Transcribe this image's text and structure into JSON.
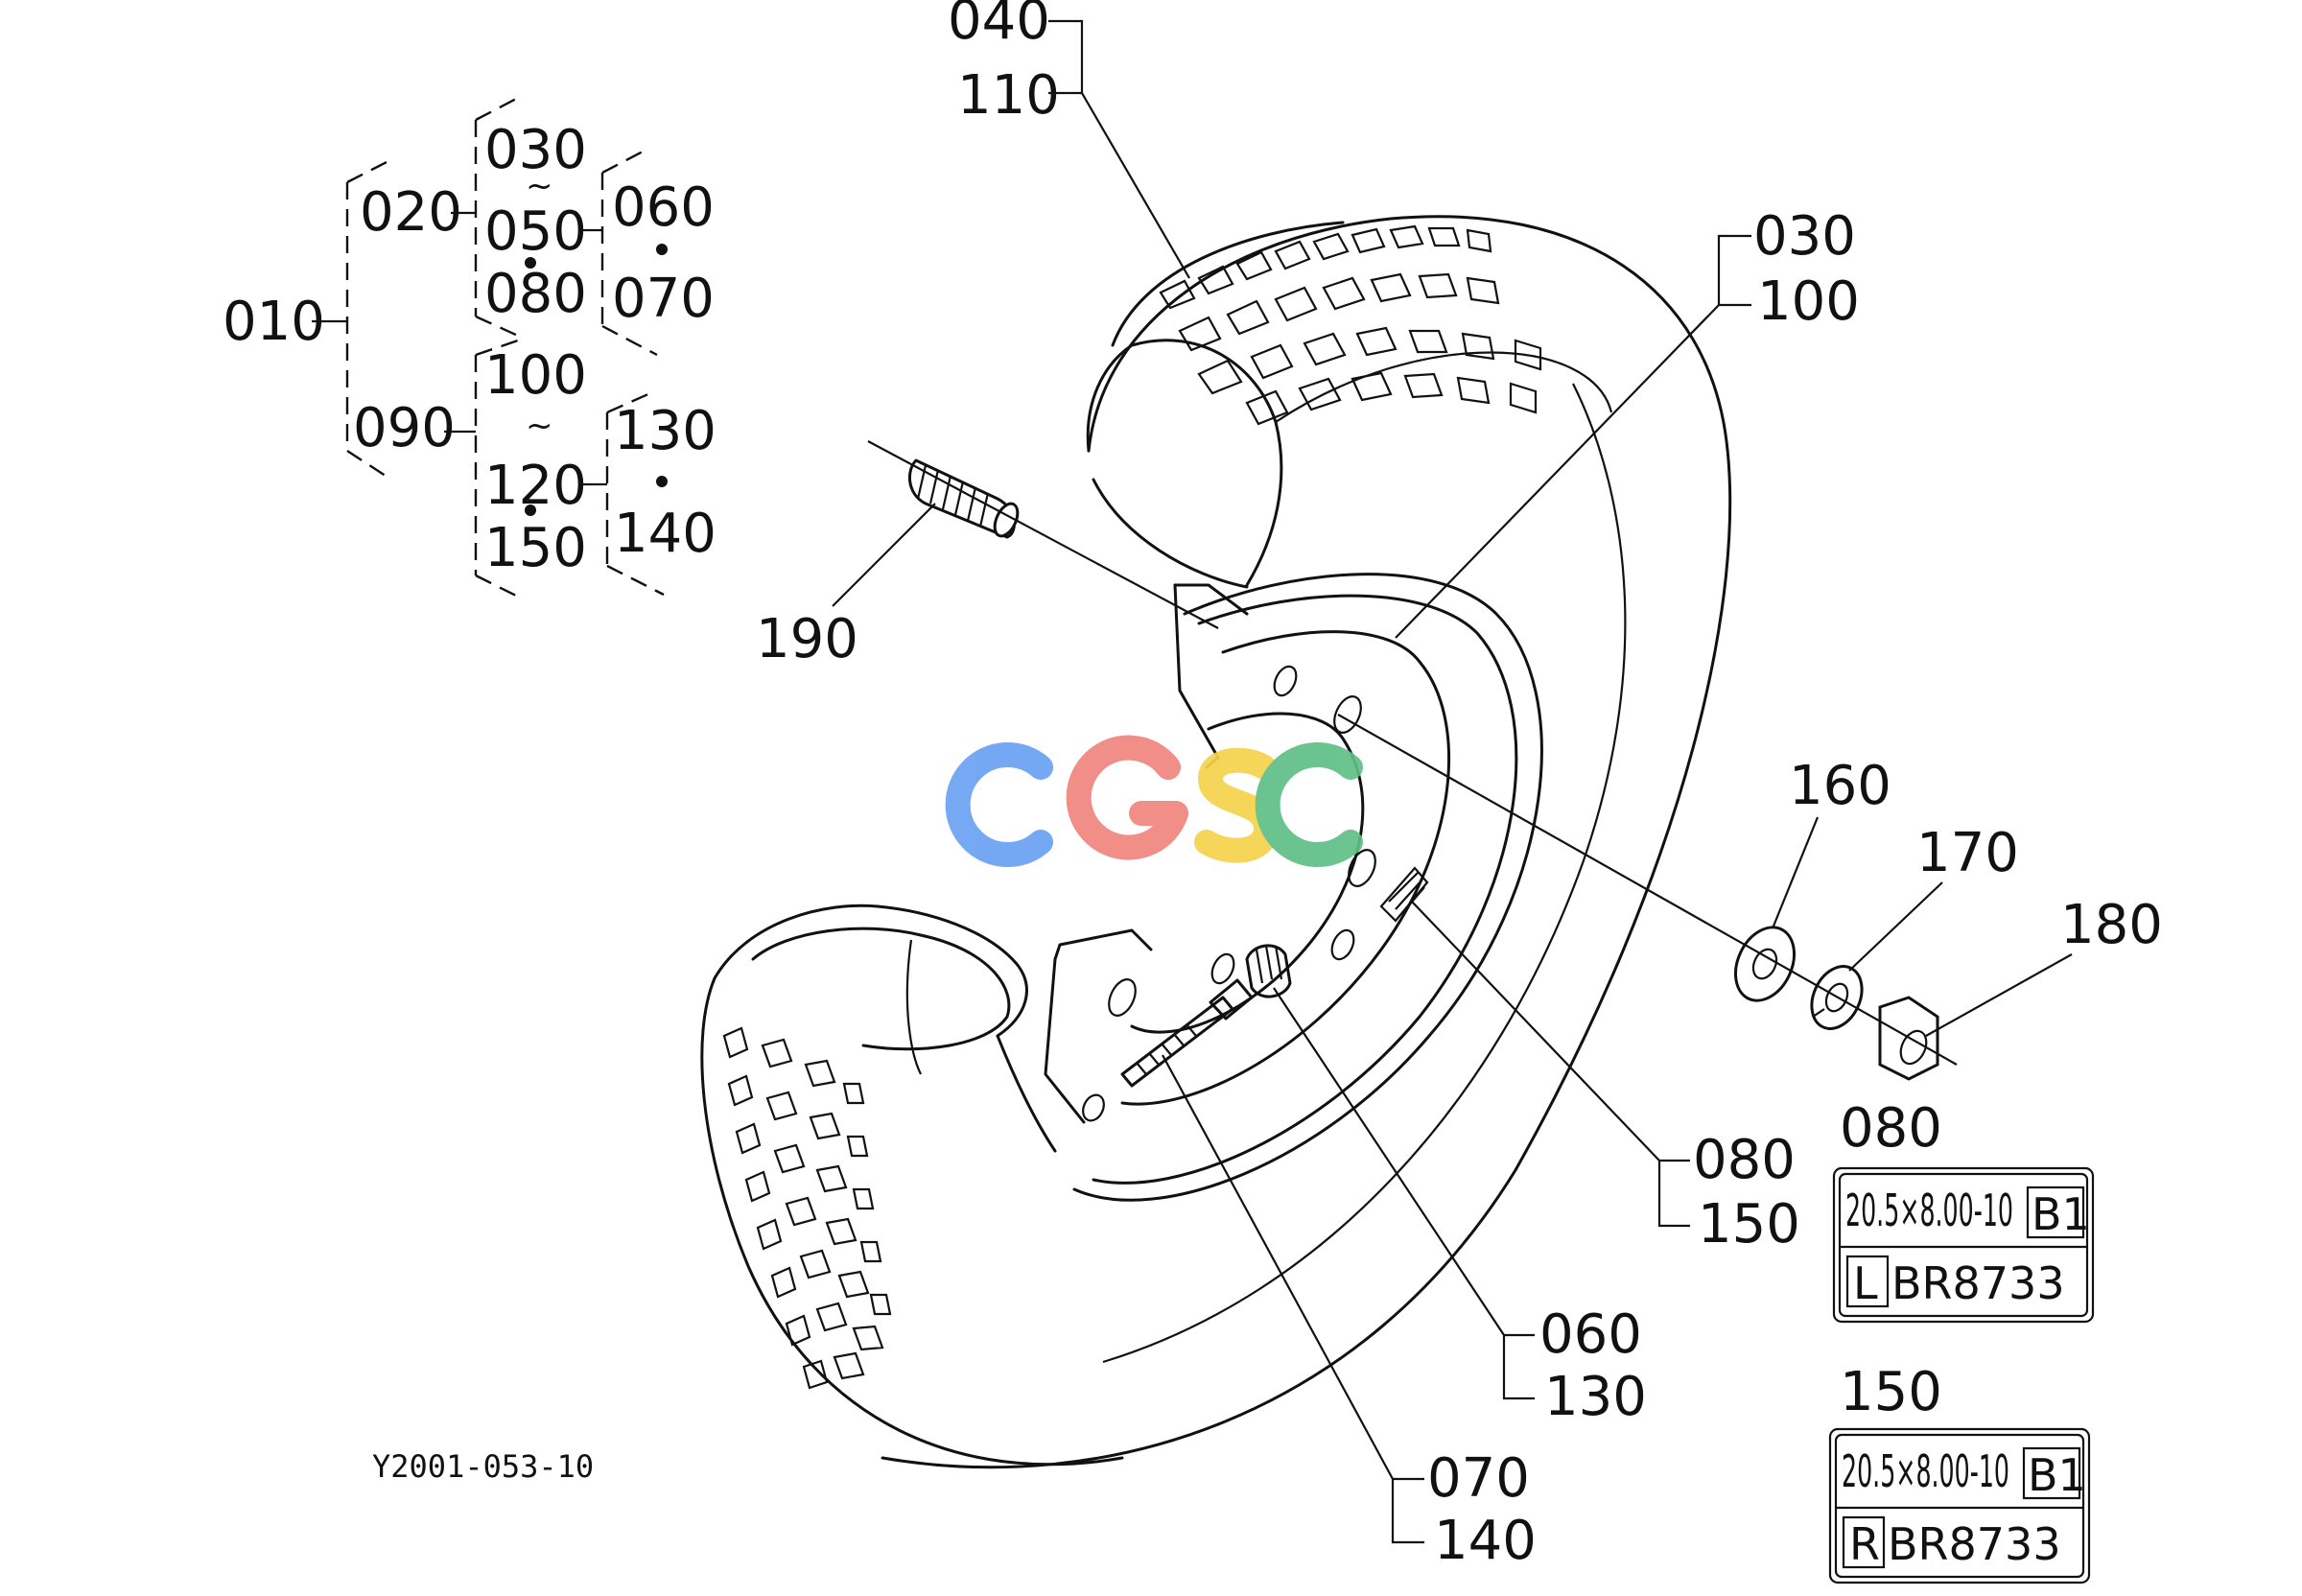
{
  "diagram_id": "Y2001-053-10",
  "watermark": "CGSC",
  "watermark_colors": {
    "C1": "#6aa1f2",
    "G": "#f0857e",
    "S": "#f6d34b",
    "C2": "#5fbf86"
  },
  "tree": {
    "root": "010",
    "n020": "020",
    "n030a": "030",
    "n050": "050",
    "n080a": "080",
    "n060a": "060",
    "n070a": "070",
    "n090": "090",
    "n100a": "100",
    "n120": "120",
    "n150a": "150",
    "n130a": "130",
    "n140a": "140",
    "tilde": "~"
  },
  "callouts": {
    "c040": "040",
    "c110": "110",
    "c030": "030",
    "c100": "100",
    "c190": "190",
    "c160": "160",
    "c170": "170",
    "c180": "180",
    "c080": "080",
    "c150": "150",
    "c060": "060",
    "c130": "130",
    "c070": "070",
    "c140": "140"
  },
  "tags": [
    {
      "part": "080",
      "size": "20.5×8.00-10",
      "ply": "B1",
      "side": "L",
      "code": "BR8733"
    },
    {
      "part": "150",
      "size": "20.5×8.00-10",
      "ply": "B1",
      "side": "R",
      "code": "BR8733"
    }
  ]
}
